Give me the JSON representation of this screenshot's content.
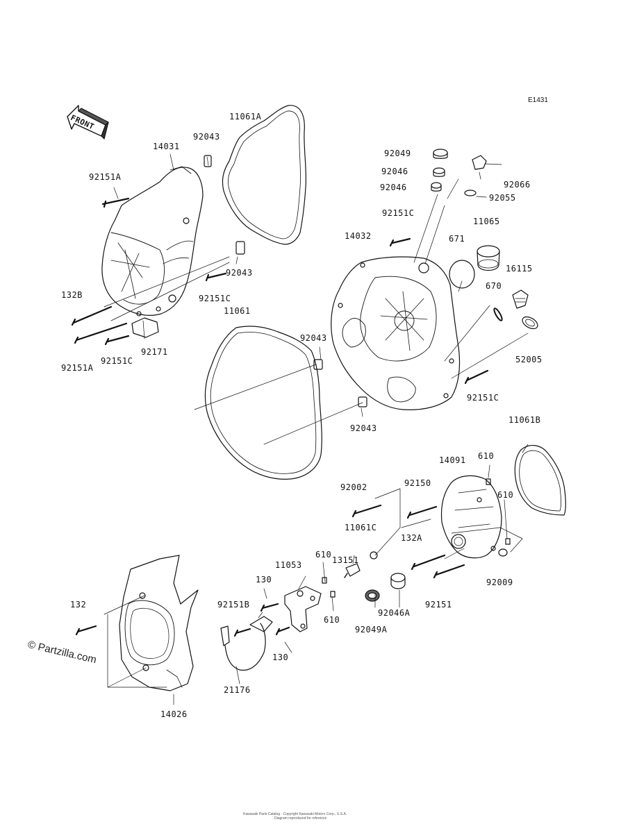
{
  "diagram": {
    "code": "E1431",
    "front_label": "FRONT",
    "watermark": "© Partzilla.com",
    "footer_line1": "Kawasaki Parts Catalog · Copyright Kawasaki Motors Corp., U.S.A.",
    "footer_line2": "Diagram reproduced for reference"
  },
  "labels": [
    {
      "id": "l-11061a",
      "text": "11061A"
    },
    {
      "id": "l-92043-top",
      "text": "92043"
    },
    {
      "id": "l-14031",
      "text": "14031"
    },
    {
      "id": "l-92151a-top",
      "text": "92151A"
    },
    {
      "id": "l-92043-mid",
      "text": "92043"
    },
    {
      "id": "l-92151c-left",
      "text": "92151C"
    },
    {
      "id": "l-132b",
      "text": "132B"
    },
    {
      "id": "l-11061",
      "text": "11061"
    },
    {
      "id": "l-92151a-bot",
      "text": "92151A"
    },
    {
      "id": "l-92151c-bot",
      "text": "92151C"
    },
    {
      "id": "l-92171",
      "text": "92171"
    },
    {
      "id": "l-92049",
      "text": "92049"
    },
    {
      "id": "l-92046a",
      "text": "92046"
    },
    {
      "id": "l-92046b",
      "text": "92046"
    },
    {
      "id": "l-92066",
      "text": "92066"
    },
    {
      "id": "l-92055",
      "text": "92055"
    },
    {
      "id": "l-92151c-top",
      "text": "92151C"
    },
    {
      "id": "l-14032",
      "text": "14032"
    },
    {
      "id": "l-671",
      "text": "671"
    },
    {
      "id": "l-11065",
      "text": "11065"
    },
    {
      "id": "l-16115",
      "text": "16115"
    },
    {
      "id": "l-670",
      "text": "670"
    },
    {
      "id": "l-52005",
      "text": "52005"
    },
    {
      "id": "l-92043-c",
      "text": "92043"
    },
    {
      "id": "l-92151c-right",
      "text": "92151C"
    },
    {
      "id": "l-92043-d",
      "text": "92043"
    },
    {
      "id": "l-11061b",
      "text": "11061B"
    },
    {
      "id": "l-14091",
      "text": "14091"
    },
    {
      "id": "l-610-a",
      "text": "610"
    },
    {
      "id": "l-92002",
      "text": "92002"
    },
    {
      "id": "l-92150",
      "text": "92150"
    },
    {
      "id": "l-610-b",
      "text": "610"
    },
    {
      "id": "l-11061c",
      "text": "11061C"
    },
    {
      "id": "l-132a",
      "text": "132A"
    },
    {
      "id": "l-13151",
      "text": "13151"
    },
    {
      "id": "l-11053",
      "text": "11053"
    },
    {
      "id": "l-610-c",
      "text": "610"
    },
    {
      "id": "l-130-a",
      "text": "130"
    },
    {
      "id": "l-92009",
      "text": "92009"
    },
    {
      "id": "l-92151",
      "text": "92151"
    },
    {
      "id": "l-132",
      "text": "132"
    },
    {
      "id": "l-92151b",
      "text": "92151B"
    },
    {
      "id": "l-610-d",
      "text": "610"
    },
    {
      "id": "l-92046a2",
      "text": "92046A"
    },
    {
      "id": "l-92049a",
      "text": "92049A"
    },
    {
      "id": "l-130-b",
      "text": "130"
    },
    {
      "id": "l-21176",
      "text": "21176"
    },
    {
      "id": "l-14026",
      "text": "14026"
    }
  ]
}
